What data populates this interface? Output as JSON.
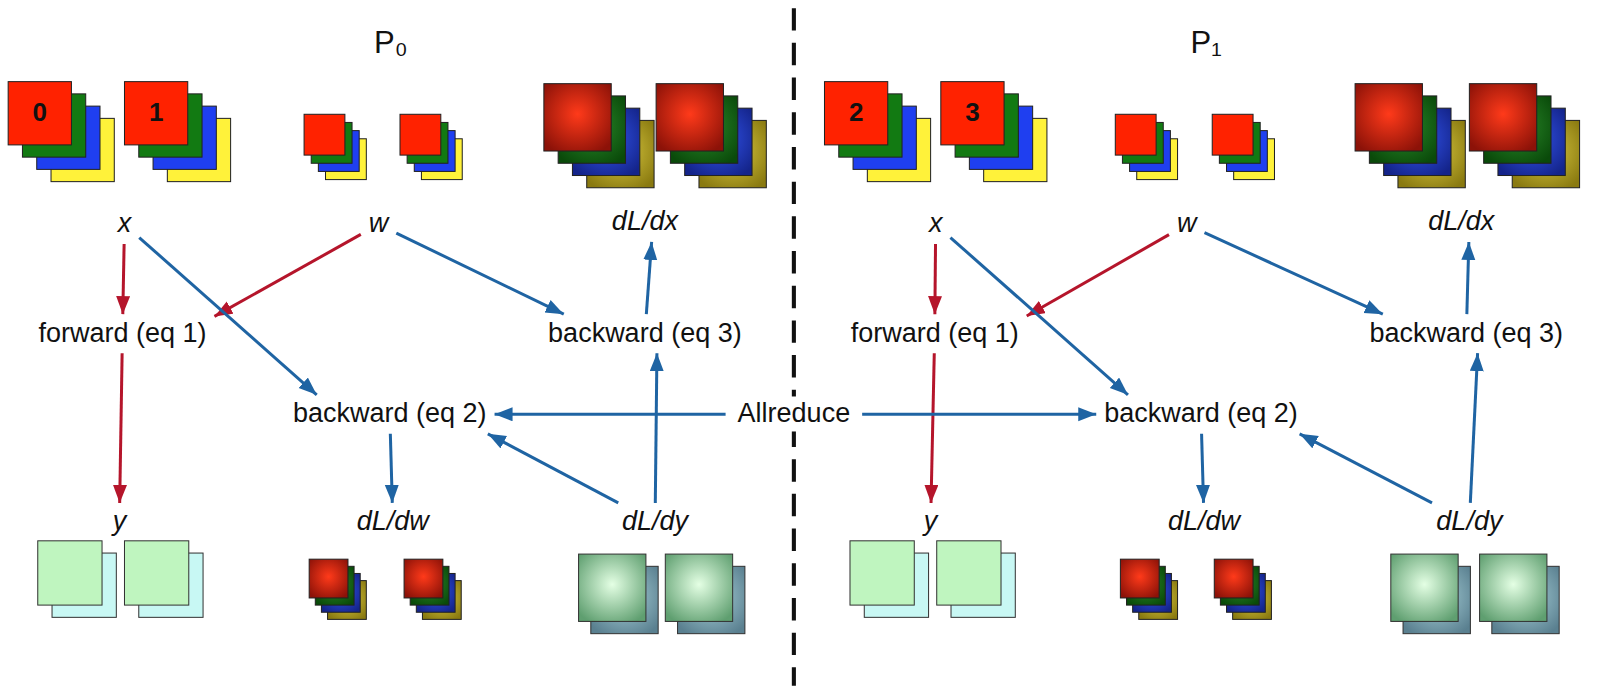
{
  "diagram": {
    "nodes": [
      {
        "text": [
          "x"
        ]
      },
      {
        "text": [
          "w"
        ]
      },
      {
        "text": [
          "dL/dx"
        ]
      },
      {
        "text": [
          "forward (eq 1)"
        ]
      },
      {
        "text": [
          "backward (eq 3)"
        ]
      },
      {
        "text": [
          "backward (eq 2)"
        ]
      },
      {
        "text": [
          "y"
        ]
      },
      {
        "text": [
          "dL/dw"
        ]
      },
      {
        "text": [
          "dL/dy"
        ]
      },
      {
        "text": [
          "x"
        ]
      },
      {
        "text": [
          "w"
        ]
      },
      {
        "text": [
          "dL/dx"
        ]
      },
      {
        "text": [
          "forward (eq 1)"
        ]
      },
      {
        "text": [
          "backward (eq 3)"
        ]
      },
      {
        "text": [
          "backward (eq 2)"
        ]
      },
      {
        "text": [
          "y"
        ]
      },
      {
        "text": [
          "dL/dw"
        ]
      },
      {
        "text": [
          "dL/dy"
        ]
      },
      {
        "text": [
          "Allreduce"
        ]
      }
    ],
    "edges": [
      {
        "from": 0,
        "to": 3,
        "arrow": "to"
      },
      {
        "from": 1,
        "to": 3,
        "arrow": "to"
      },
      {
        "from": 3,
        "to": 6,
        "arrow": "to"
      },
      {
        "from": 0,
        "to": 5,
        "arrow": "to"
      },
      {
        "from": 1,
        "to": 4,
        "arrow": "to"
      },
      {
        "from": 4,
        "to": 2,
        "arrow": "to"
      },
      {
        "from": 8,
        "to": 4,
        "arrow": "to"
      },
      {
        "from": 8,
        "to": 5,
        "arrow": "to"
      },
      {
        "from": 5,
        "to": 7,
        "arrow": "to"
      },
      {
        "from": 9,
        "to": 12,
        "arrow": "to"
      },
      {
        "from": 10,
        "to": 12,
        "arrow": "to"
      },
      {
        "from": 12,
        "to": 15,
        "arrow": "to"
      },
      {
        "from": 9,
        "to": 14,
        "arrow": "to"
      },
      {
        "from": 10,
        "to": 13,
        "arrow": "to"
      },
      {
        "from": 13,
        "to": 11,
        "arrow": "to"
      },
      {
        "from": 17,
        "to": 13,
        "arrow": "to"
      },
      {
        "from": 17,
        "to": 14,
        "arrow": "to"
      },
      {
        "from": 14,
        "to": 16,
        "arrow": "to"
      },
      {
        "from": 18,
        "to": 5,
        "arrow": "to"
      },
      {
        "from": 18,
        "to": 14,
        "arrow": "to"
      }
    ],
    "labels": [
      "P₀",
      "P₁",
      "0",
      "1",
      "2",
      "3"
    ]
  }
}
